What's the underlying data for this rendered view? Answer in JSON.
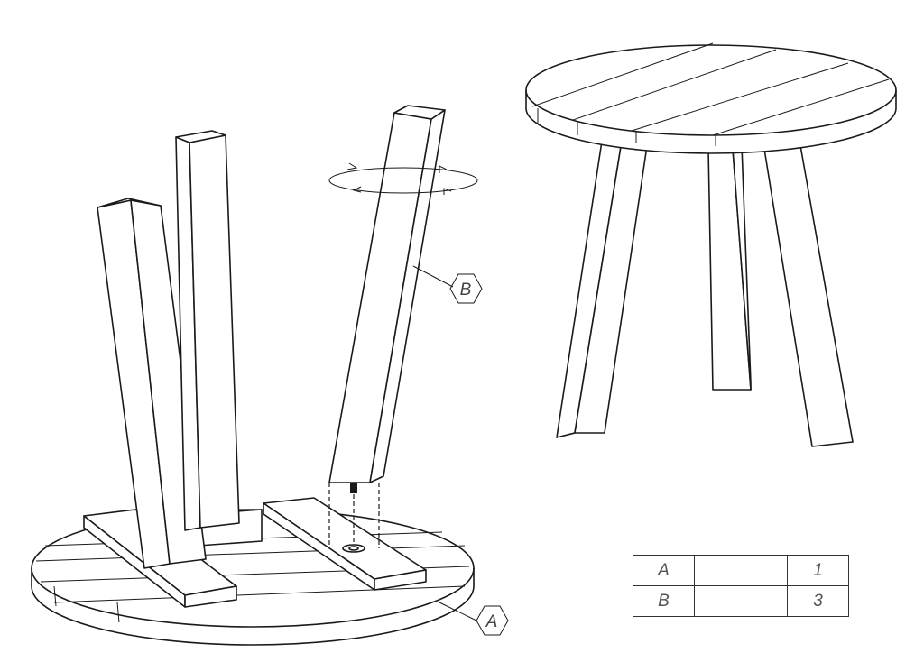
{
  "callouts": {
    "a": "A",
    "b": "B"
  },
  "parts_table": {
    "rows": [
      {
        "part": "A",
        "description": "",
        "qty": "1"
      },
      {
        "part": "B",
        "description": "",
        "qty": "3"
      }
    ]
  }
}
